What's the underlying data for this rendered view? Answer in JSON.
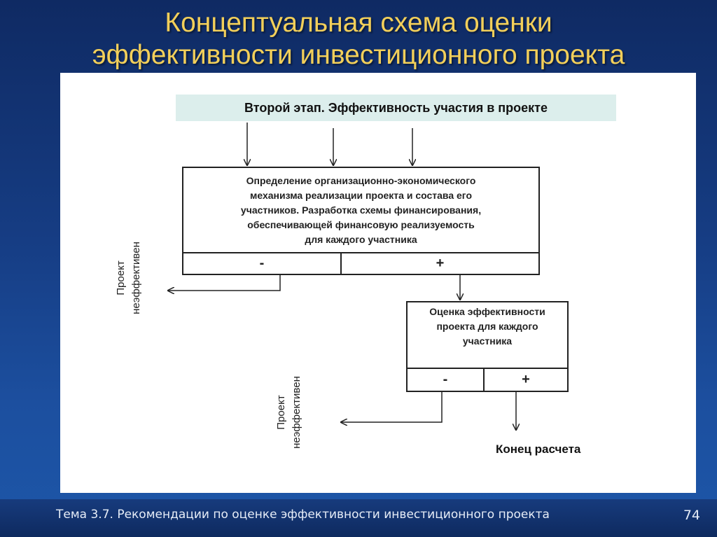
{
  "slide": {
    "title_lines": [
      "Концептуальная схема оценки",
      "эффективности инвестиционного проекта"
    ]
  },
  "diagram": {
    "stage_header": "Второй этап. Эффективность  участия в проекте",
    "box1": {
      "lines": [
        "Определение организационно-экономического",
        "механизма реализации проекта и состава его",
        "участников. Разработка схемы финансирования,",
        "обеспечивающей финансовую реализуемость",
        "для каждого участника"
      ],
      "minus": "-",
      "plus": "+"
    },
    "box2": {
      "lines": [
        "Оценка эффективности",
        "проекта для каждого",
        "участника"
      ],
      "minus": "-",
      "plus": "+"
    },
    "ineffective_label_1": [
      "Проект",
      "неэффективен"
    ],
    "ineffective_label_2": [
      "Проект",
      "неэффективен"
    ],
    "end_label": "Конец расчета"
  },
  "footer": {
    "topic": "Тема 3.7. Рекомендации по оценке эффективности инвестиционного проекта",
    "page_number": "74"
  },
  "colors": {
    "title": "#f2cf5a",
    "stage_fill": "#dceeec",
    "background": "#1c4f9f"
  }
}
